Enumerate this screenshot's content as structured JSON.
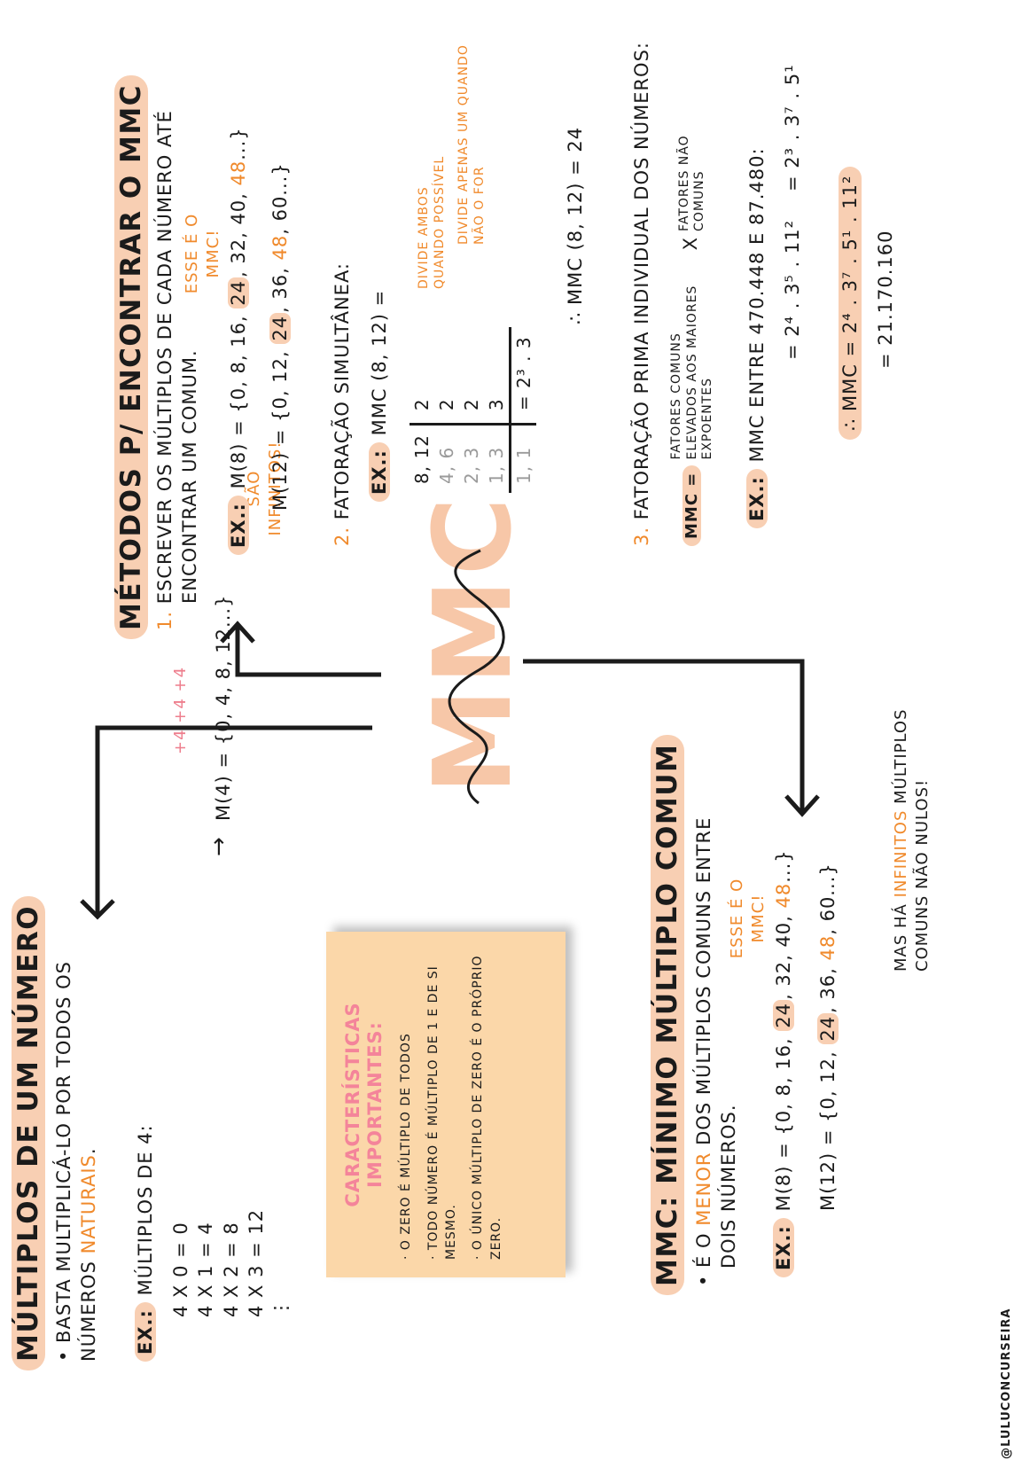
{
  "brand": "@LULUCONCURSEIRA",
  "center": {
    "title": "MMC"
  },
  "multiplos": {
    "title": "MÚLTIPLOS DE UM NÚMERO",
    "bullet_a": "• BASTA MULTIPLICÁ-LO POR TODOS OS",
    "bullet_b": "NÚMEROS",
    "bullet_c": "NATURAIS",
    "bullet_d": ".",
    "ex_label": "EX.:",
    "ex_text": "MÚLTIPLOS DE 4:",
    "rows": [
      "4 x 0 = 0",
      "4 x 1 = 4",
      "4 x 2 = 8",
      "4 x 3 = 12",
      "⋮"
    ],
    "arrow": "→",
    "set": "M(4) = {0, 4, 8, 12...}",
    "plus": "+4  +4  +4",
    "infinitos": "SÃO INFINITOS!"
  },
  "caracteristicas": {
    "title": "CARACTERÍSTICAS IMPORTANTES:",
    "items": [
      "· O ZERO É MÚLTIPLO DE TODOS",
      "· TODO NÚMERO É MÚLTIPLO DE 1 E DE SI MESMO.",
      "· O ÚNICO MÚLTIPLO DE ZERO É O PRÓPRIO ZERO."
    ]
  },
  "mmc_def": {
    "title": "MMC: MÍNIMO MÚLTIPLO COMUM",
    "line_a": "• É O",
    "line_b": "MENOR",
    "line_c": "DOS MÚLTIPLOS COMUNS ENTRE",
    "line_d": "DOIS NÚMEROS.",
    "ex_label": "EX.:",
    "m8": [
      "M(8) = {0, 8, 16, ",
      "24",
      ", 32, 40, ",
      "48",
      "...}"
    ],
    "m12": [
      "M(12) = {0, 12, ",
      "24",
      ", 36, ",
      "48",
      ", 60...}"
    ],
    "esse": "ESSE É O MMC!",
    "mas_a": "MAS HÁ",
    "mas_b": "INFINITOS",
    "mas_c": "MÚLTIPLOS",
    "mas_d": "COMUNS NÃO NULOS!"
  },
  "metodos": {
    "title": "MÉTODOS P/ ENCONTRAR O MMC",
    "m1_num": "1.",
    "m1_text_a": "ESCREVER OS MÚLTIPLOS DE CADA NÚMERO ATÉ",
    "m1_text_b": "ENCONTRAR UM COMUM.",
    "ex_label": "EX.:",
    "m8": [
      "M(8) = {0, 8, 16, ",
      "24",
      ", 32, 40, ",
      "48",
      "...}"
    ],
    "m12": [
      "M(12) = {0, 12, ",
      "24",
      ", 36, ",
      "48",
      ", 60...}"
    ],
    "esse": "ESSE É O MMC!",
    "m2_num": "2.",
    "m2_text": "FATORAÇÃO SIMULTÂNEA:",
    "m2_ex": "MMC (8, 12) =",
    "fac_rows": [
      {
        "nums": "8, 12",
        "div": "2"
      },
      {
        "nums": "4, 6",
        "div": "2"
      },
      {
        "nums": "2, 3",
        "div": "2"
      },
      {
        "nums": "1, 3",
        "div": "3"
      },
      {
        "nums": "1, 1",
        "div": "= 2³ . 3"
      }
    ],
    "note_ambos": "DIVIDE AMBOS QUANDO POSSÍVEL",
    "note_apenas": "DIVIDE APENAS UM QUANDO NÃO O FOR",
    "m2_result": "∴ MMC (8, 12) = 24",
    "m3_num": "3.",
    "m3_text": "FATORAÇÃO PRIMA INDIVIDUAL DOS NÚMEROS:",
    "m3_formula_a": "MMC =",
    "m3_formula_b": "FATORES COMUNS ELEVADOS AOS MAIORES EXPOENTES",
    "m3_formula_x": "x",
    "m3_formula_c": "FATORES NÃO COMUNS",
    "m3_ex": "MMC ENTRE 470.448 E 87.480:",
    "m3_f1": "= 2⁴ . 3⁵ . 11²",
    "m3_f2": "= 2³ . 3⁷ . 5¹",
    "m3_res1": "∴ MMC = 2⁴ . 3⁷ . 5¹ . 11²",
    "m3_res2": "= 21.170.160"
  }
}
